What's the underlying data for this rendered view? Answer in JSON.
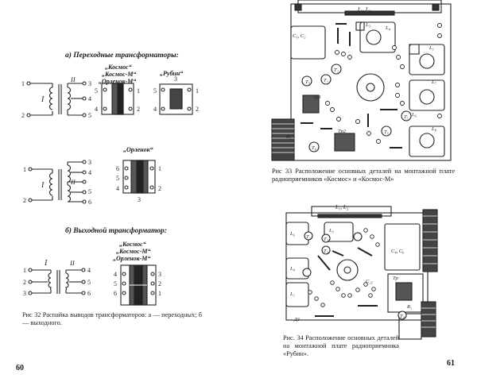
{
  "left_page": {
    "section_a_title": "а) Переходные трансформаторы:",
    "models_group1": [
      "„Космос“",
      "„Космос-М“",
      "„Орленок-М“"
    ],
    "model_rubin": "„Рубин“",
    "model_orlenok": "„Орленок“",
    "section_b_title": "б) Выходной трансформатор:",
    "models_group3": [
      "„Космос“",
      "„Космос-М“",
      "„Орленок-М“"
    ],
    "winding_labels": {
      "primary": "I",
      "secondary": "II"
    },
    "pin_numbers": {
      "schematic1": [
        "1",
        "2",
        "3",
        "4",
        "5"
      ],
      "module1": [
        "5",
        "4",
        "1",
        "2"
      ],
      "module_rubin": [
        "3",
        "5",
        "4",
        "1",
        "2"
      ],
      "schematic2": [
        "1",
        "2",
        "3",
        "4",
        "5",
        "6"
      ],
      "module_orlenok": [
        "6",
        "5",
        "4",
        "1",
        "2",
        "3"
      ],
      "schematic3": [
        "1",
        "2",
        "3",
        "4",
        "5",
        "6"
      ],
      "module3": [
        "4",
        "5",
        "6",
        "3",
        "2",
        "1"
      ]
    },
    "caption": "Рис 32 Распайка выводов трансформаторов: а — переходных; б — выходного.",
    "page_number": "60"
  },
  "right_page": {
    "caption_33": "Рис 33 Расположение основных деталей на монтажной плате радиоприемников «Космос» и «Космос-М»",
    "caption_34": "Рис. 34 Расположение основных деталей на монтажной плате радиоприемника «Рубин».",
    "page_number": "61",
    "board1_labels": [
      "L1, L2",
      "L3",
      "L4",
      "L5",
      "L6",
      "L7",
      "L8",
      "T1",
      "T2",
      "T3",
      "T4",
      "T5",
      "T6",
      "T7",
      "Тр1",
      "Тр2",
      "C1",
      "C2",
      "R1"
    ],
    "board2_labels": [
      "L1, L2",
      "L3",
      "L4",
      "L5",
      "L6",
      "T1",
      "T2",
      "T3",
      "T4",
      "Тр",
      "C4, C6",
      "C22",
      "Д1",
      "R5"
    ]
  }
}
